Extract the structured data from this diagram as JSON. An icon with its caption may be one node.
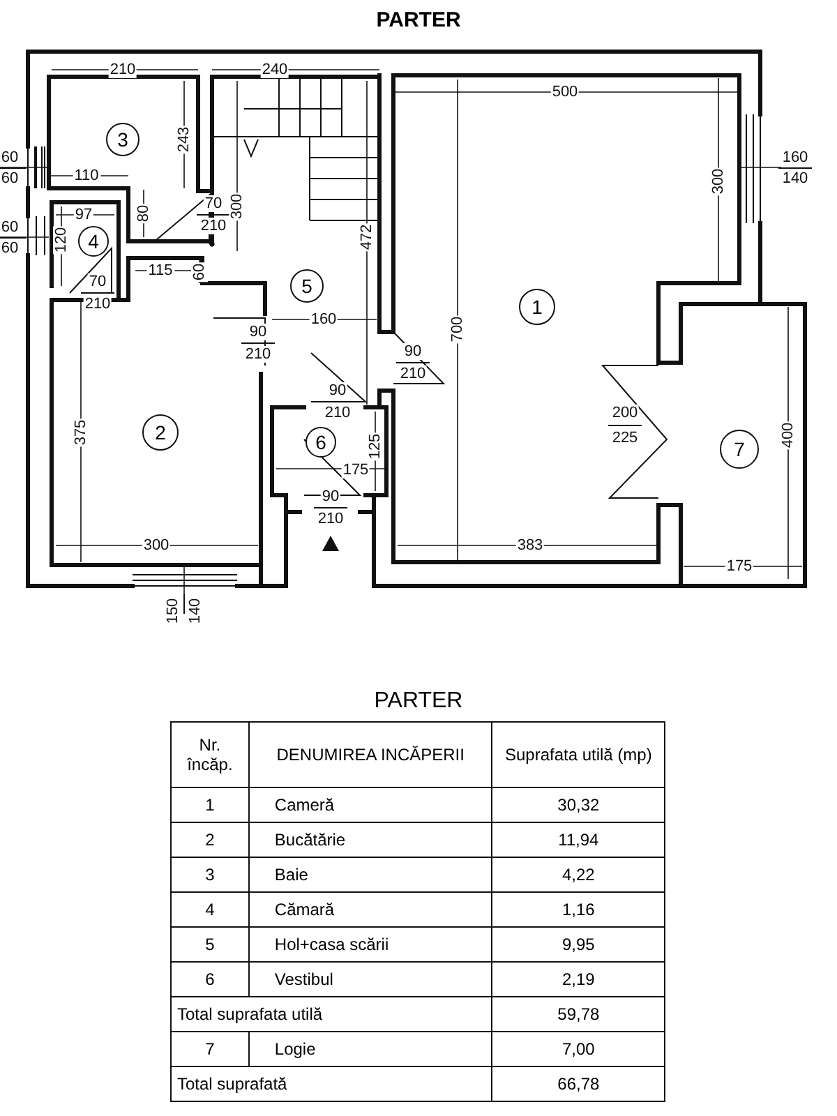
{
  "diagram": {
    "title": "PARTER",
    "nodes": [
      {
        "text": [
          "3"
        ]
      },
      {
        "text": [
          "4"
        ]
      },
      {
        "text": [
          "5"
        ]
      },
      {
        "text": [
          "1"
        ]
      },
      {
        "text": [
          "2"
        ]
      },
      {
        "text": [
          "6"
        ]
      },
      {
        "text": [
          "7"
        ]
      }
    ],
    "labels": [
      "210",
      "240",
      "500",
      "243",
      "300",
      "160",
      "140",
      "60",
      "60",
      "110",
      "60",
      "60",
      "120",
      "97",
      "80",
      "70",
      "210",
      "300",
      "472",
      "115",
      "60",
      "70",
      "210",
      "160",
      "90",
      "210",
      "700",
      "90",
      "210",
      "90",
      "210",
      "375",
      "125",
      "200",
      "225",
      "400",
      "175",
      "300",
      "90",
      "210",
      "383",
      "175",
      "150",
      "140",
      "PARTER",
      "Nr. încăp.",
      "DENUMIREA INCĂPERII",
      "Suprafata utilă (mp)",
      "1",
      "Cameră",
      "30,32",
      "2",
      "Bucătărie",
      "11,94",
      "3",
      "Baie",
      "4,22",
      "4",
      "Cămară",
      "1,16",
      "5",
      "Hol+casa scării",
      "9,95",
      "6",
      "Vestibul",
      "2,19",
      "Total suprafata utilă",
      "59,78",
      "7",
      "Logie",
      "7,00",
      "Total suprafată",
      "66,78"
    ]
  }
}
